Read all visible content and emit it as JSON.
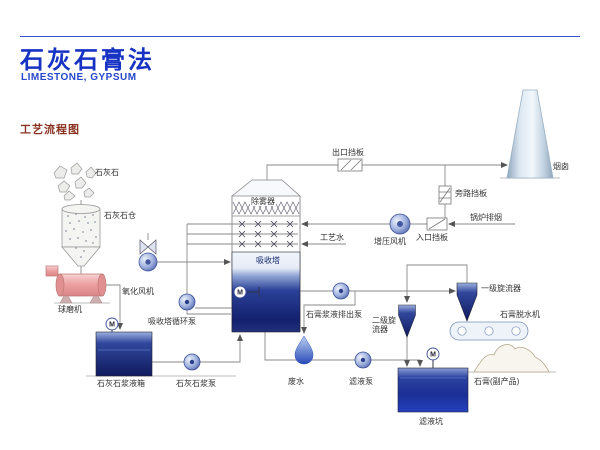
{
  "header": {
    "title": "石灰石膏法",
    "subtitle": "LIMESTONE, GYPSUM",
    "accent_color": "#1733c4"
  },
  "section": {
    "title": "工艺流程图",
    "color": "#8a3220"
  },
  "diagram": {
    "motor": "M",
    "labels": {
      "limestone": "石灰石",
      "limestone_silo": "石灰石仓",
      "ball_mill": "球磨机",
      "limestone_slurry_tank": "石灰石浆液箱",
      "limestone_slurry_pump": "石灰石浆泵",
      "oxidation_fan": "氧化风机",
      "circulation_pump": "吸收塔循环泵",
      "demister": "除雾器",
      "absorber": "吸收塔",
      "process_water": "工艺水",
      "outlet_damper": "出口挡板",
      "bypass_damper": "旁路挡板",
      "booster_fan": "增压风机",
      "inlet_damper": "入口挡板",
      "boiler_exhaust": "锅炉排烟",
      "chimney": "烟囱",
      "gypsum_discharge_pump": "石膏浆液排出泵",
      "secondary_cyclone": "二级旋流器",
      "primary_cyclone": "一级旋流器",
      "gypsum_dewatering": "石膏脱水机",
      "gypsum_byproduct": "石膏(副产品)",
      "wastewater": "废水",
      "filtrate_pump": "滤液泵",
      "filtrate_pit": "滤液坑"
    }
  }
}
